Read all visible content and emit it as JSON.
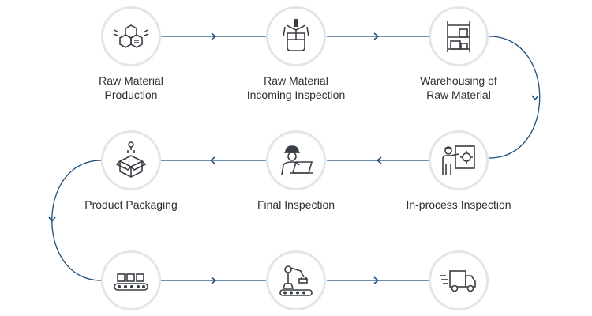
{
  "steps": [
    {
      "label_1": "Raw Material",
      "label_2": "Production",
      "icon": "molecule-icon"
    },
    {
      "label_1": "Raw Material",
      "label_2": "Incoming Inspection",
      "icon": "lab-beaker-icon"
    },
    {
      "label_1": "Warehousing of",
      "label_2": "Raw Material",
      "icon": "warehouse-shelf-icon"
    },
    {
      "label_1": "In-process Inspection",
      "icon": "worker-gear-board-icon"
    },
    {
      "label_1": "Final Inspection",
      "icon": "engineer-laptop-icon"
    },
    {
      "label_1": "Product Packaging",
      "icon": "robot-box-icon"
    },
    {
      "icon": "conveyor-boxes-icon"
    },
    {
      "icon": "robot-arm-icon"
    },
    {
      "icon": "delivery-truck-icon"
    }
  ],
  "colors": {
    "line": "#1f4e79",
    "icon": "#3a3f45",
    "ring": "#e3e5e8"
  }
}
